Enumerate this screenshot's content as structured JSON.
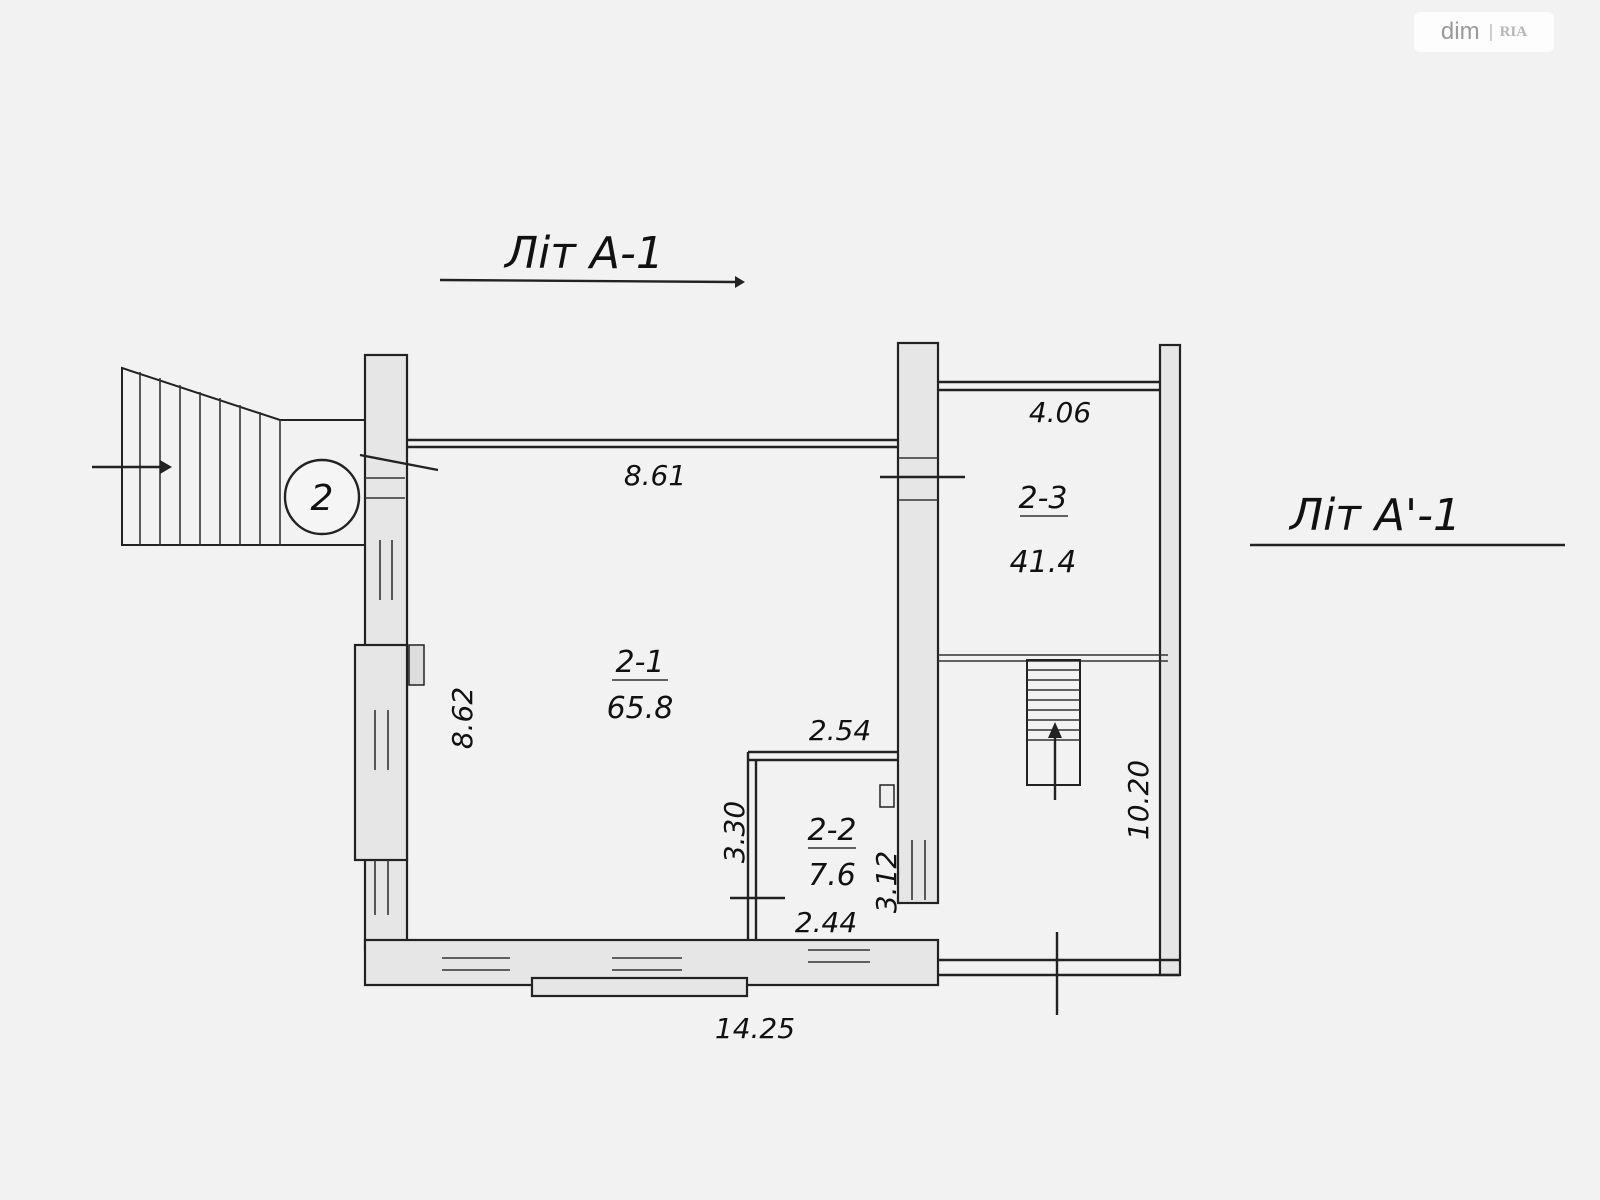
{
  "watermark": {
    "brand": "dim",
    "sub": "RIA"
  },
  "titles": {
    "left": "Літ А-1",
    "right": "Літ А'-1"
  },
  "entrance": {
    "number": "2"
  },
  "rooms": [
    {
      "id": "2-1",
      "code": "2-1",
      "area": "65.8"
    },
    {
      "id": "2-2",
      "code": "2-2",
      "area": "7.6"
    },
    {
      "id": "2-3",
      "code": "2-3",
      "area": "41.4"
    }
  ],
  "dimensions": {
    "top_main": "8.61",
    "left_height": "8.62",
    "bottom_total": "14.25",
    "small_top": "2.54",
    "small_left": "3.30",
    "small_bottom": "2.44",
    "small_right": "3.12",
    "right_top": "4.06",
    "right_height": "10.20"
  }
}
